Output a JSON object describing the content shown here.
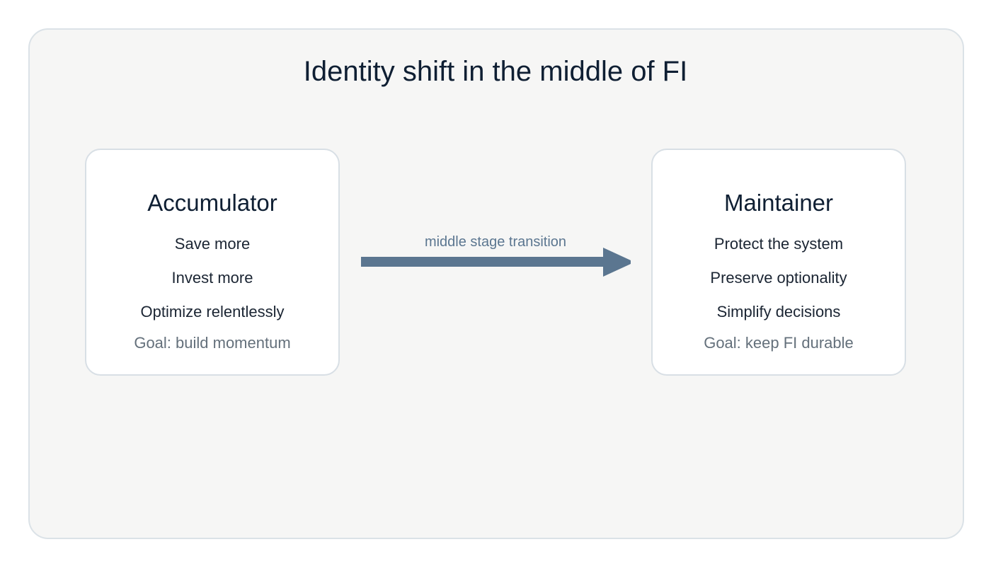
{
  "title": "Identity shift in the middle of FI",
  "left_card": {
    "title": "Accumulator",
    "items": [
      "Save more",
      "Invest more",
      "Optimize relentlessly"
    ],
    "goal": "Goal: build momentum"
  },
  "right_card": {
    "title": "Maintainer",
    "items": [
      "Protect the system",
      "Preserve optionality",
      "Simplify decisions"
    ],
    "goal": "Goal: keep FI durable"
  },
  "transition": {
    "label": "middle stage transition",
    "icon": "arrow-right-icon"
  },
  "colors": {
    "background": "#f6f6f5",
    "card": "#ffffff",
    "border": "#dbe2e7",
    "title_text": "#0f1f33",
    "goal_text": "#64707b",
    "arrow": "#5b7690"
  }
}
